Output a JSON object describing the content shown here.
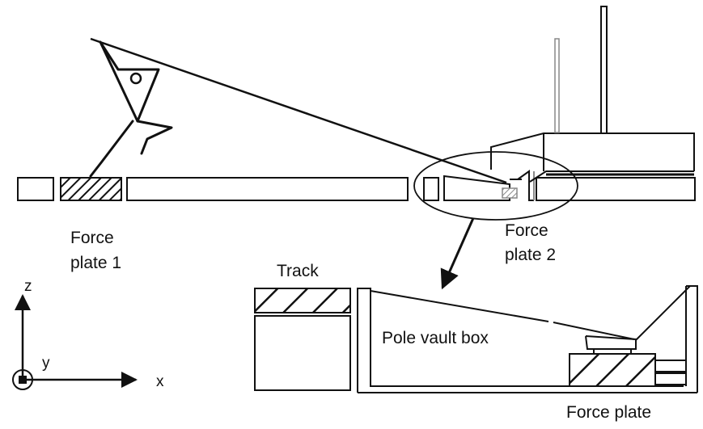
{
  "labels": {
    "force_plate_1": [
      "Force",
      "plate 1"
    ],
    "force_plate_2": [
      "Force",
      "plate 2"
    ],
    "track": "Track",
    "pole_vault_box": "Pole vault box",
    "force_plate": "Force plate"
  },
  "axes": {
    "z": "z",
    "y": "y",
    "x": "x"
  },
  "colors": {
    "ink": "#111111",
    "hatch_fill": "#ffffff",
    "pole_grey": "#888888",
    "highlight_grey": "#9a9a9a"
  }
}
